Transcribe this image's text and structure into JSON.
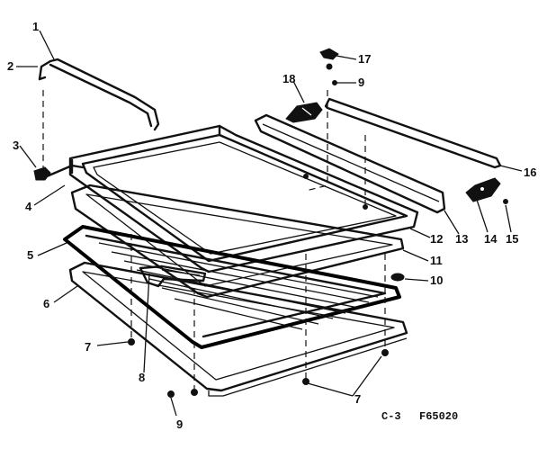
{
  "diagram": {
    "callouts": [
      {
        "id": "c1",
        "label": "1"
      },
      {
        "id": "c2",
        "label": "2"
      },
      {
        "id": "c3",
        "label": "3"
      },
      {
        "id": "c4",
        "label": "4"
      },
      {
        "id": "c5",
        "label": "5"
      },
      {
        "id": "c6",
        "label": "6"
      },
      {
        "id": "c7a",
        "label": "7"
      },
      {
        "id": "c7b",
        "label": "7"
      },
      {
        "id": "c8",
        "label": "8"
      },
      {
        "id": "c9a",
        "label": "9"
      },
      {
        "id": "c9b",
        "label": "9"
      },
      {
        "id": "c10",
        "label": "10"
      },
      {
        "id": "c11",
        "label": "11"
      },
      {
        "id": "c12",
        "label": "12"
      },
      {
        "id": "c13",
        "label": "13"
      },
      {
        "id": "c14",
        "label": "14"
      },
      {
        "id": "c15",
        "label": "15"
      },
      {
        "id": "c16",
        "label": "16"
      },
      {
        "id": "c17",
        "label": "17"
      },
      {
        "id": "c18",
        "label": "18"
      }
    ],
    "footer": {
      "sheet": "C-3",
      "figure": "F65020"
    }
  }
}
